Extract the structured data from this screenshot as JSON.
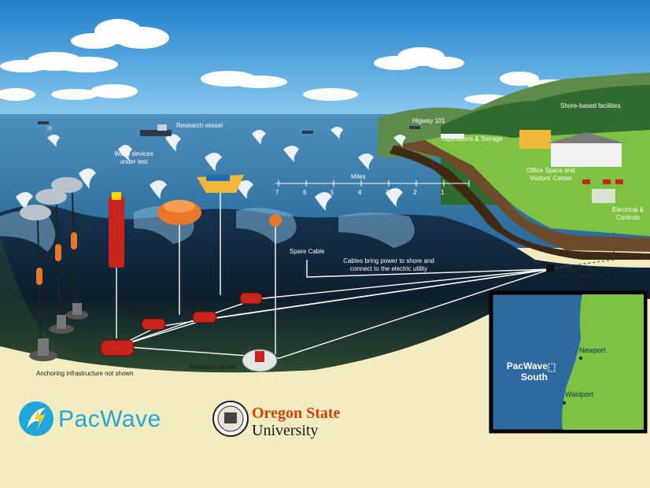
{
  "labels": {
    "research_vessel": "Research vessel",
    "highway": "Higway 101",
    "operations": "Operations & Storage",
    "shore_facilities": "Shore-based facilities",
    "office": "Office Space and Visitors' Center",
    "electrical": "Electrical & Controls",
    "wave_devices": "Wave devices under test",
    "miles": "Miles",
    "spare_cable": "Spare Cable",
    "cables_power": "Cables bring power to shore and connect to the electric utility",
    "buried_cable": "Buried cable back to shore",
    "sub_sea_pod": "Sub sea pod",
    "research_device": "Research device",
    "anchoring": "Anchoring infrastructure not shown"
  },
  "miles_ticks": [
    "7",
    "6",
    "5",
    "4",
    "3",
    "2",
    "1"
  ],
  "map": {
    "site": "PacWave South",
    "newport": "Newport",
    "waldport": "Waldport"
  },
  "logos": {
    "pacwave": "PacWave",
    "osu_line1": "Oregon State",
    "osu_line2": "University"
  },
  "colors": {
    "sky": "#3f9bd8",
    "ocean": "#2d6e9e",
    "sand": "#f3ecc0",
    "land": "#7fc243",
    "device_red": "#c8231d",
    "buoy_orange": "#e8772a",
    "pacwave_blue": "#1ea7d8",
    "osu_orange": "#d73f09"
  }
}
